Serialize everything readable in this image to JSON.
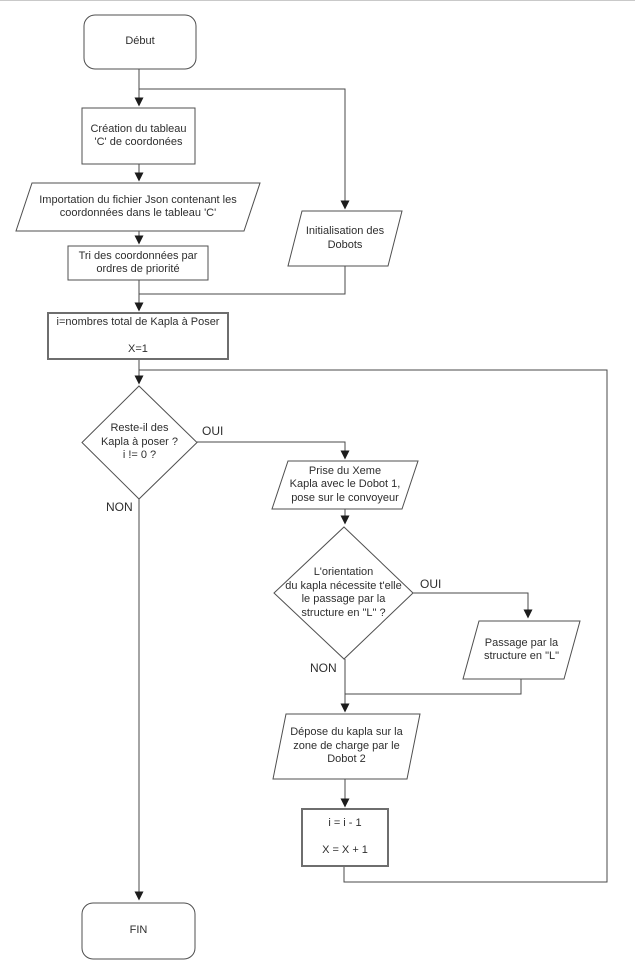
{
  "diagram": {
    "kind": "flowchart",
    "language": "fr",
    "colors": {
      "background": "#ffffff",
      "stroke": "#4f4f4f",
      "text": "#2e2e2e"
    },
    "nodes": {
      "debut": {
        "type": "terminator",
        "label": "Début"
      },
      "creation": {
        "type": "process",
        "label": "Création du tableau\n'C' de coordonées"
      },
      "importation": {
        "type": "io",
        "label": "Importation du fichier Json contenant les\ncoordonnées dans le tableau 'C'"
      },
      "tri": {
        "type": "process",
        "label": "Tri des coordonnées par\nordres de priorité"
      },
      "initialisation": {
        "type": "io",
        "label": "Initialisation des\nDobots"
      },
      "compteur": {
        "type": "process",
        "label": "i=nombres total de Kapla à Poser\n\nX=1"
      },
      "decision_reste": {
        "type": "decision",
        "label": "Reste-il des\nKapla à poser ?\ni != 0 ?"
      },
      "prise": {
        "type": "io",
        "label": "Prise du Xeme\nKapla avec le Dobot 1,\npose sur le convoyeur"
      },
      "decision_orientation": {
        "type": "decision",
        "label": "L'orientation\ndu kapla nécessite t'elle\nle passage par la\nstructure en \"L\" ?"
      },
      "passage": {
        "type": "io",
        "label": "Passage par la\nstructure en \"L\""
      },
      "depose": {
        "type": "io",
        "label": "Dépose du kapla sur la\nzone de charge par le\nDobot 2"
      },
      "increment": {
        "type": "process",
        "label": "i = i - 1\n\nX = X + 1"
      },
      "fin": {
        "type": "terminator",
        "label": "FIN"
      }
    },
    "edge_labels": {
      "oui_reste": "OUI",
      "non_reste": "NON",
      "oui_orientation": "OUI",
      "non_orientation": "NON"
    }
  }
}
